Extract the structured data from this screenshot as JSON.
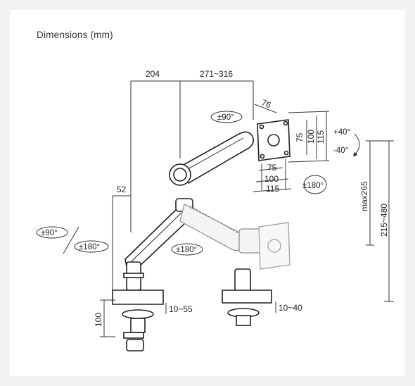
{
  "title": "Dimensions (mm)",
  "dimensions": {
    "top_left": "204",
    "top_right": "271~316",
    "depth": "76",
    "pole_offset": "52",
    "base_height": "100",
    "clamp_left": "10~55",
    "clamp_right": "10~40",
    "vesa_inner_w": "75",
    "vesa_outer_w": "100",
    "plate_w": "115",
    "vesa_inner_h": "75",
    "vesa_outer_h": "100",
    "plate_h": "115",
    "max_height": "max265",
    "range_height": "215~480"
  },
  "rotations": {
    "top": "±90°",
    "tilt_up": "+40°",
    "tilt_down": "-40°",
    "monitor": "±180°",
    "elbow": "±180°",
    "left_a": "±90°",
    "left_b": "±180°"
  },
  "colors": {
    "line": "#222222",
    "accent": "#555555",
    "ghost": "#9a9a9a"
  }
}
